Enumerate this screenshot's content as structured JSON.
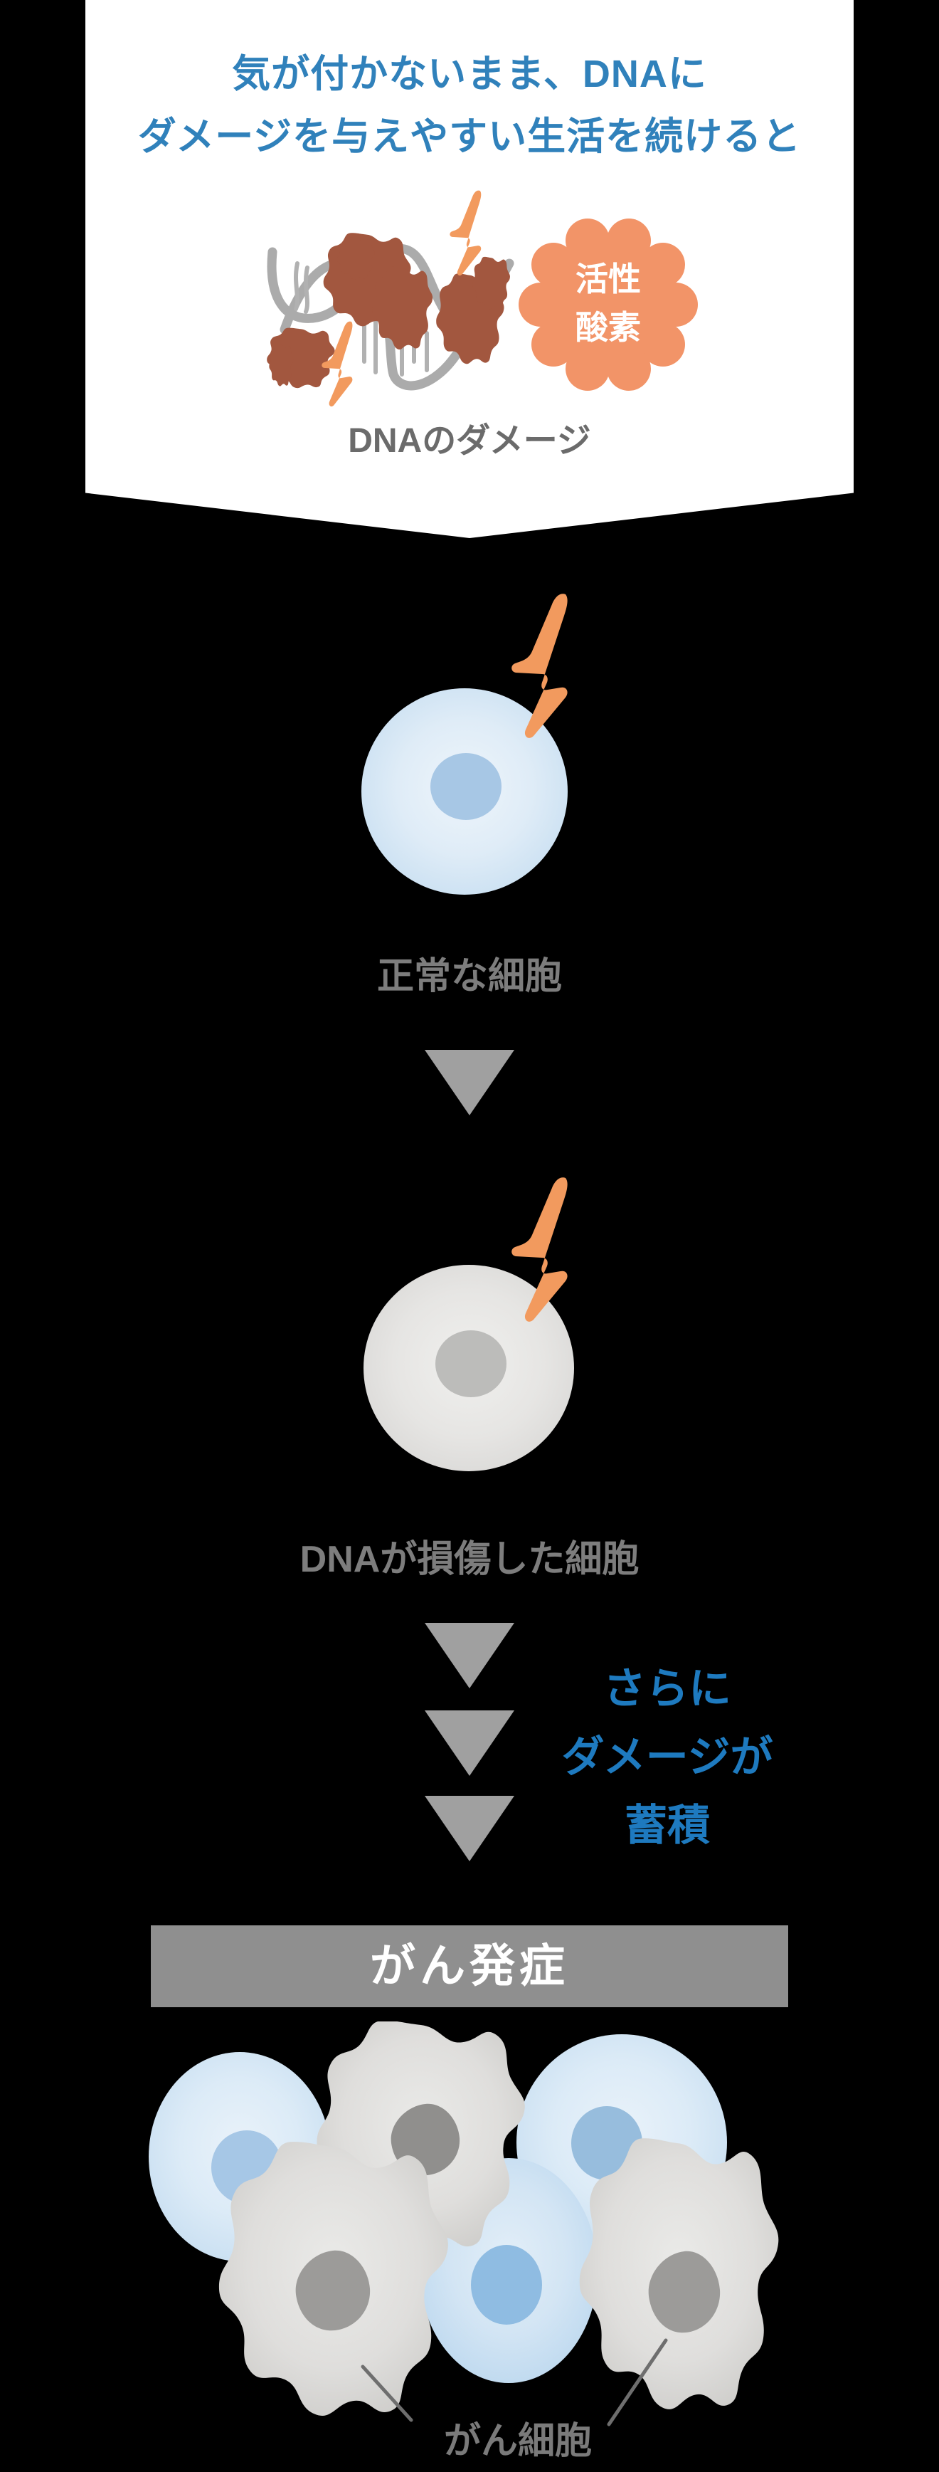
{
  "header": {
    "line1": "気が付かないまま、DNAに",
    "line2": "ダメージを与えやすい生活を続けると"
  },
  "dna_figure": {
    "badge_line1": "活性",
    "badge_line2": "酸素",
    "caption": "DNAのダメージ"
  },
  "flow": {
    "normal_cell_label": "正常な細胞",
    "damaged_cell_label": "DNAが損傷した細胞",
    "accumulation_line1": "さらに",
    "accumulation_line2": "ダメージが",
    "accumulation_line3": "蓄積",
    "onset_banner": "がん発症",
    "cancer_cell_label": "がん細胞"
  },
  "icons": {
    "lightning": "lightning-bolt",
    "dna": "damaged-dna-helix",
    "badge": "reactive-oxygen-burst-badge",
    "down_arrow": "down-triangle-arrow",
    "normal_cell": "normal-cell",
    "damaged_cell": "damaged-cell",
    "cancer_cluster": "cancer-cell-cluster"
  },
  "colors": {
    "background": "#000000",
    "box": "#ffffff",
    "heading_blue": "#3081bb",
    "accent_blue_bold": "#1e7abf",
    "bolt_orange": "#f29a5e",
    "badge_orange": "#f29468",
    "damage_brown": "#a2573f",
    "helix_gray": "#ababab",
    "label_gray": "#7d7d7d",
    "arrow_gray": "#a0a0a0",
    "banner_gray": "#8f8f8f",
    "caption_gray": "#6b6b6b",
    "blue_cell_edge": "#c8ddef",
    "blue_nucleus": "#95badd",
    "gray_cell_edge": "#cfcecb",
    "gray_nucleus": "#9c9b99"
  }
}
